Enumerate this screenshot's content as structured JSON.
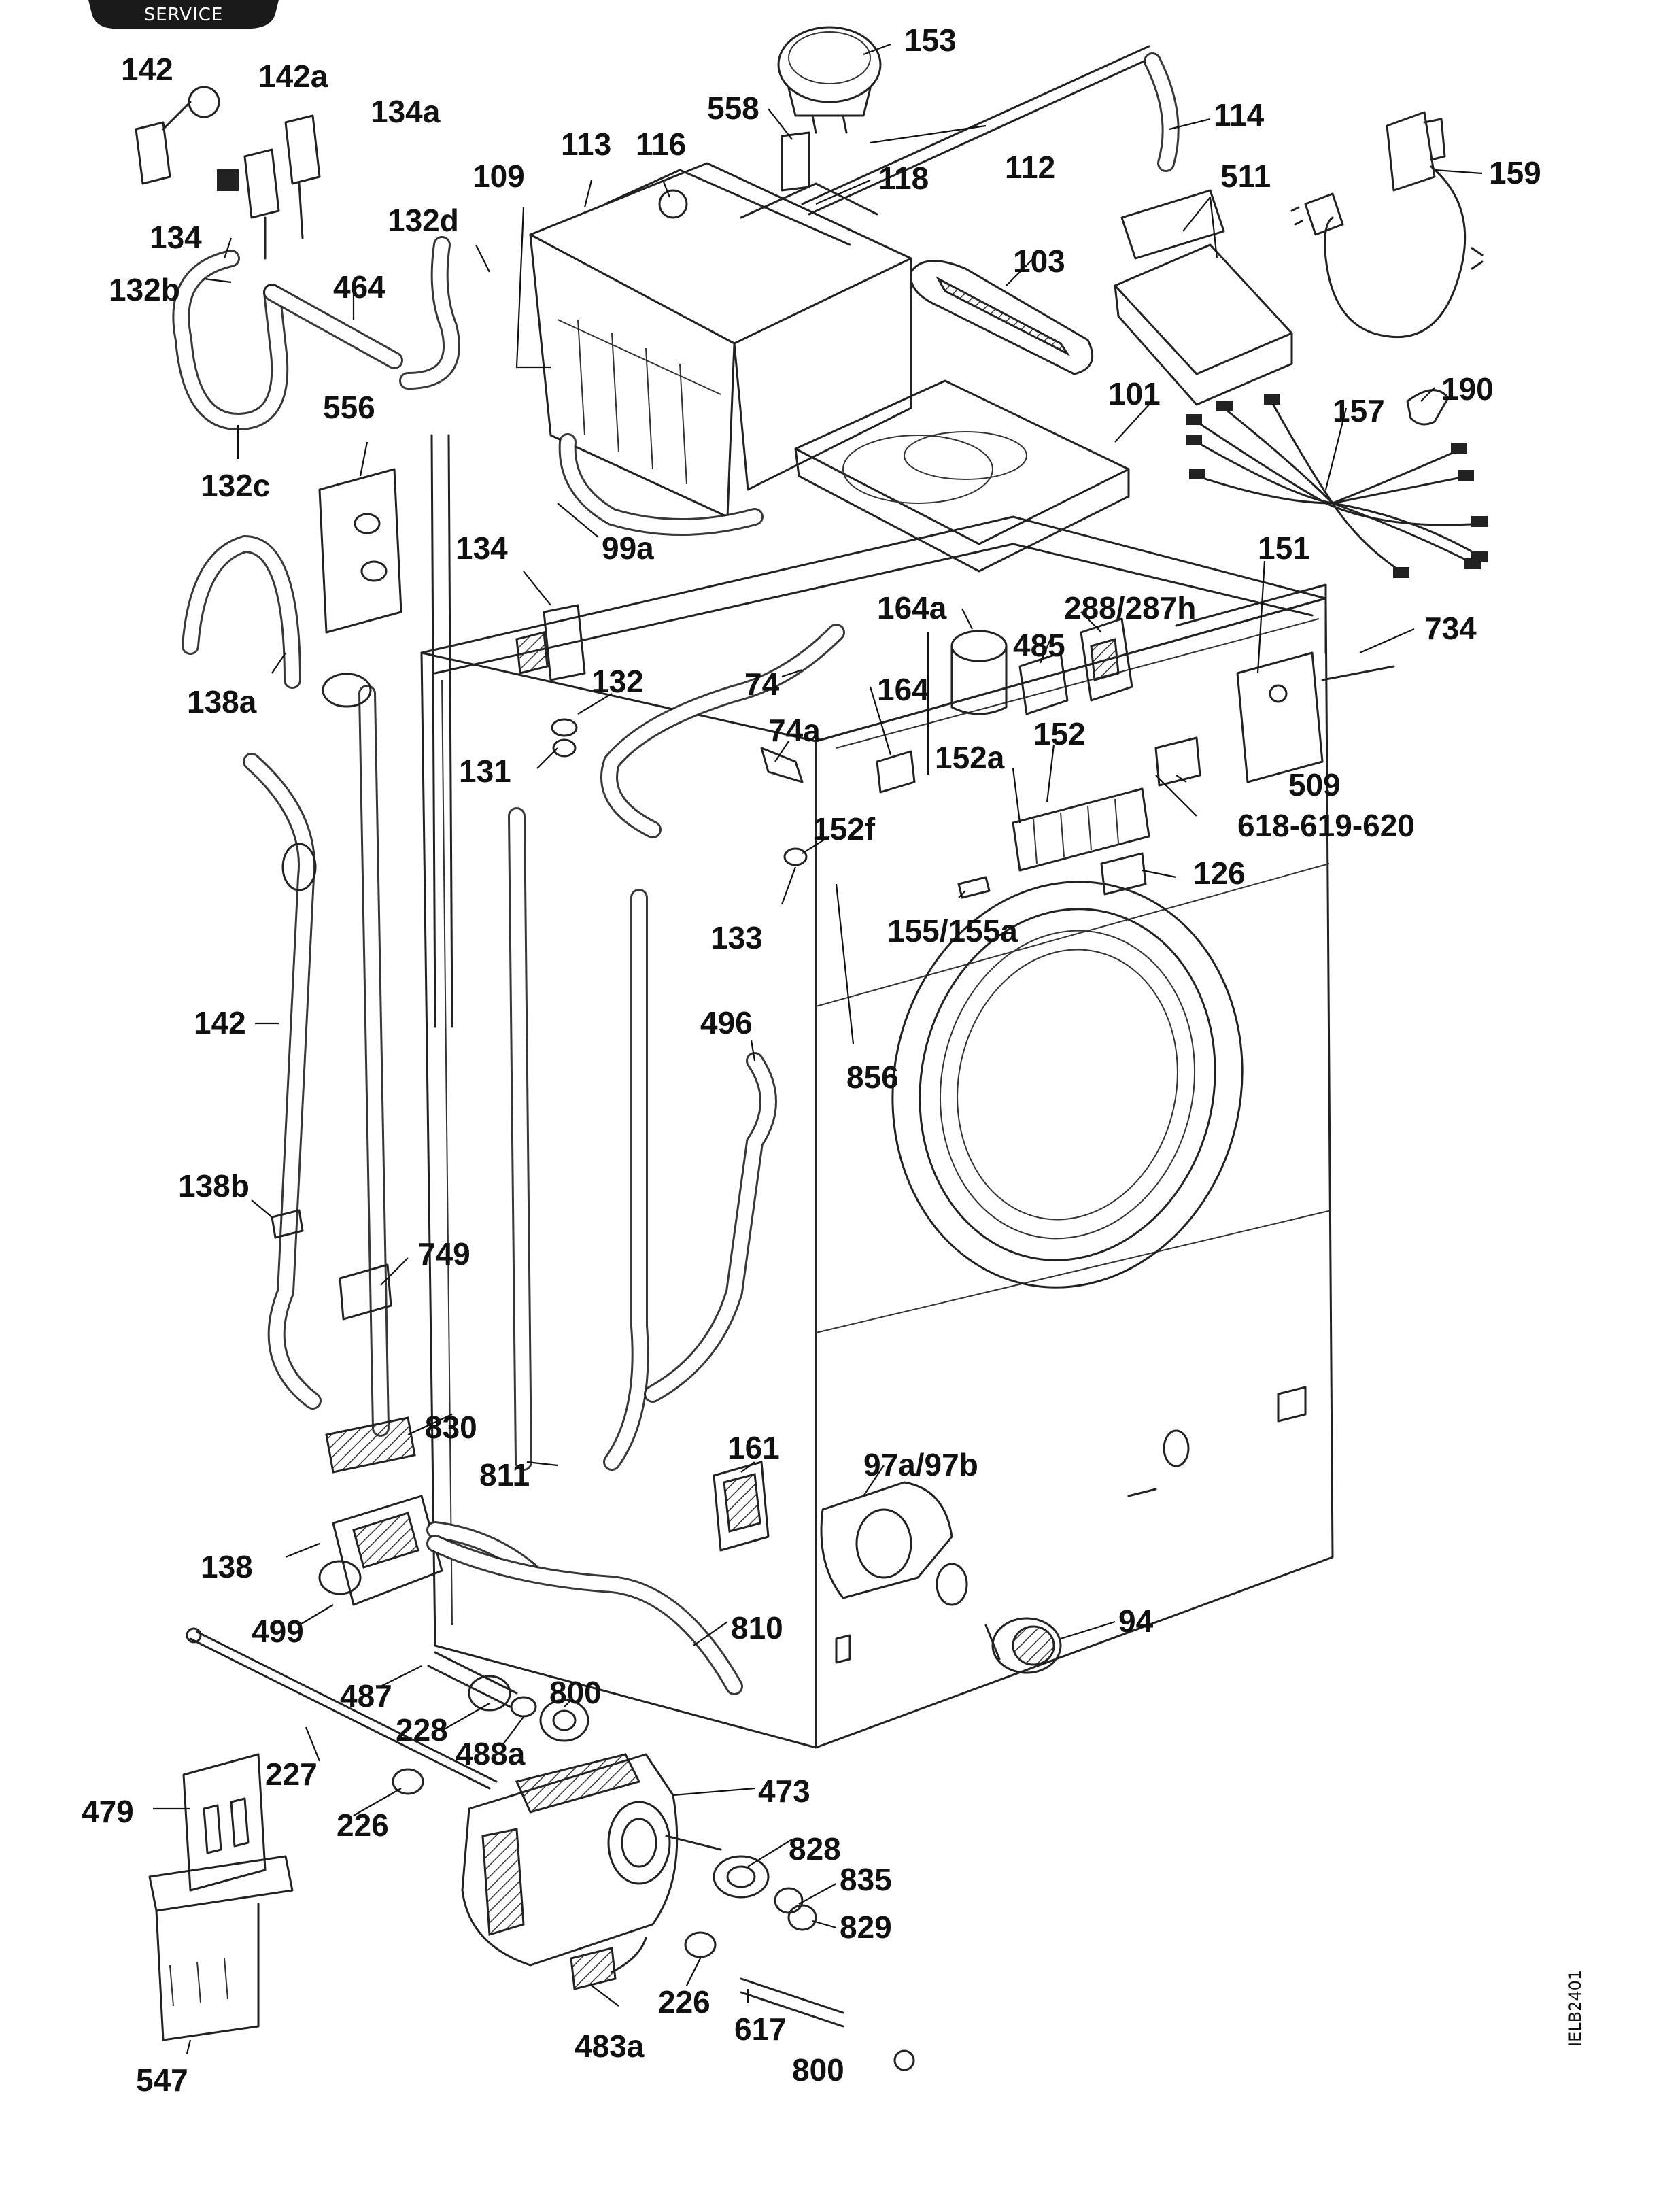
{
  "badge": {
    "text": "SERVICE"
  },
  "side_code": "IELB2401",
  "labels": {
    "l153": "153",
    "l142": "142",
    "l142a": "142a",
    "l134a": "134a",
    "l558": "558",
    "l114": "114",
    "l109": "109",
    "l113": "113",
    "l116": "116",
    "l112": "112",
    "l118": "118",
    "l511": "511",
    "l159": "159",
    "l132d": "132d",
    "l134": "134",
    "l132b": "132b",
    "l464": "464",
    "l103": "103",
    "l556": "556",
    "l101": "101",
    "l157": "157",
    "l190": "190",
    "l132c": "132c",
    "l99a": "99a",
    "l151": "151",
    "l134b": "134",
    "l164a": "164a",
    "l288": "288/287h",
    "l485": "485",
    "l734": "734",
    "l132": "132",
    "l74": "74",
    "l164": "164",
    "l138a": "138a",
    "l74a": "74a",
    "l152": "152",
    "l131": "131",
    "l152a": "152a",
    "l509": "509",
    "l152f": "152f",
    "l618": "618-619-620",
    "l126": "126",
    "l133": "133",
    "l155": "155/155a",
    "l142b": "142",
    "l496": "496",
    "l856": "856",
    "l138b": "138b",
    "l749": "749",
    "l830": "830",
    "l161": "161",
    "l97": "97a/97b",
    "l811": "811",
    "l138": "138",
    "l94": "94",
    "l499": "499",
    "l810": "810",
    "l800a": "800",
    "l487": "487",
    "l228": "228",
    "l488a": "488a",
    "l227": "227",
    "l473": "473",
    "l479": "479",
    "l226a": "226",
    "l828": "828",
    "l835": "835",
    "l829": "829",
    "l226b": "226",
    "l617": "617",
    "l483a": "483a",
    "l800b": "800",
    "l547": "547"
  }
}
